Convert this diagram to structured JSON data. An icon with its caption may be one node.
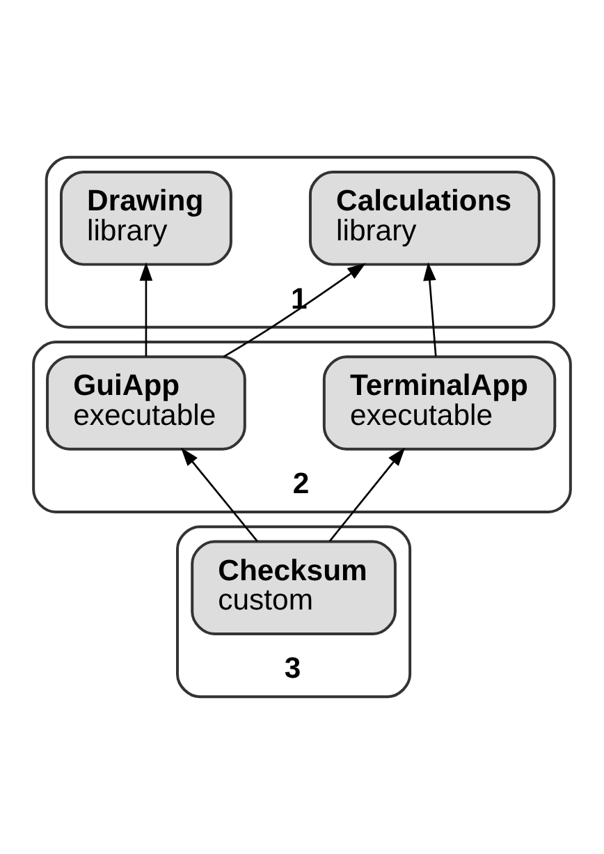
{
  "diagram": {
    "nodes": [
      {
        "text": [
          "1"
        ]
      },
      {
        "text": [
          "Calculations",
          "library"
        ],
        "in": 0
      },
      {
        "text": [
          "Drawing",
          "library"
        ],
        "in": 0
      },
      {
        "text": [
          "2"
        ]
      },
      {
        "text": [
          "TerminalApp",
          "executable"
        ],
        "in": 3
      },
      {
        "text": [
          "GuiApp",
          "executable"
        ],
        "in": 3
      },
      {
        "text": [
          "3"
        ]
      },
      {
        "text": [
          "Checksum",
          "custom"
        ],
        "in": 6
      }
    ],
    "edges": [
      {
        "from": 4,
        "to": 1,
        "arrow": "to"
      },
      {
        "from": 5,
        "to": 1,
        "arrow": "to"
      },
      {
        "from": 5,
        "to": 2,
        "arrow": "to"
      },
      {
        "from": 7,
        "to": 4,
        "arrow": "to"
      },
      {
        "from": 7,
        "to": 5,
        "arrow": "to"
      }
    ]
  }
}
